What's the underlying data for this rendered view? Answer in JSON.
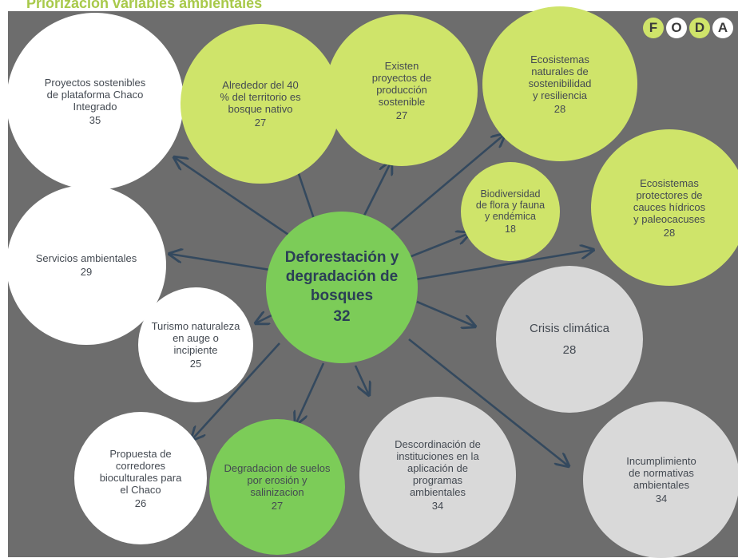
{
  "title": "Priorizacion variables ambientales",
  "logo": [
    "F",
    "O",
    "D",
    "A"
  ],
  "colors": {
    "white": "#ffffff",
    "lime": "#cfe46a",
    "green": "#7ccc58",
    "grey": "#d9d9d9",
    "background": "#6d6d6d",
    "arrow": "#34495e"
  },
  "center": {
    "label": "Deforestación y\ndegradación de\nbosques",
    "value": "32"
  },
  "nodes": [
    {
      "id": "proyectos-chaco",
      "label": "Proyectos sostenibles\nde plataforma Chaco\nIntegrado",
      "value": "35",
      "color": "white"
    },
    {
      "id": "territorio",
      "label": "Alrededor del 40\n% del territorio es\nbosque nativo",
      "value": "27",
      "color": "lime"
    },
    {
      "id": "produccion",
      "label": "Existen\nproyectos de\nproducción\nsostenible",
      "value": "27",
      "color": "lime"
    },
    {
      "id": "ecosistemas-naturales",
      "label": "Ecosistemas\nnaturales de\nsostenibilidad\ny resiliencia",
      "value": "28",
      "color": "lime"
    },
    {
      "id": "biodiversidad",
      "label": "Biodiversidad\nde flora y fauna\ny endémica",
      "value": "18",
      "color": "lime"
    },
    {
      "id": "ecosistemas-protectores",
      "label": "Ecosistemas\nprotectores de\ncauces hídricos\ny paleocacuses",
      "value": "28",
      "color": "lime"
    },
    {
      "id": "servicios",
      "label": "Servicios ambientales",
      "value": "29",
      "color": "white"
    },
    {
      "id": "turismo",
      "label": "Turismo naturaleza\nen auge o\nincipiente",
      "value": "25",
      "color": "white"
    },
    {
      "id": "crisis",
      "label": "Crisis climática",
      "value": "28",
      "color": "grey"
    },
    {
      "id": "corredores",
      "label": "Propuesta de\ncorredores\nbioculturales para\nel Chaco",
      "value": "26",
      "color": "white"
    },
    {
      "id": "suelos",
      "label": "Degradacion de suelos\npor erosión y\nsalinizacion",
      "value": "27",
      "color": "green"
    },
    {
      "id": "descoordinacion",
      "label": "Descordinación  de\ninstituciones en la\naplicación de\nprogramas\nambientales",
      "value": "34",
      "color": "grey"
    },
    {
      "id": "normativas",
      "label": "Incumplimiento\nde normativas\nambientales",
      "value": "34",
      "color": "grey"
    }
  ]
}
